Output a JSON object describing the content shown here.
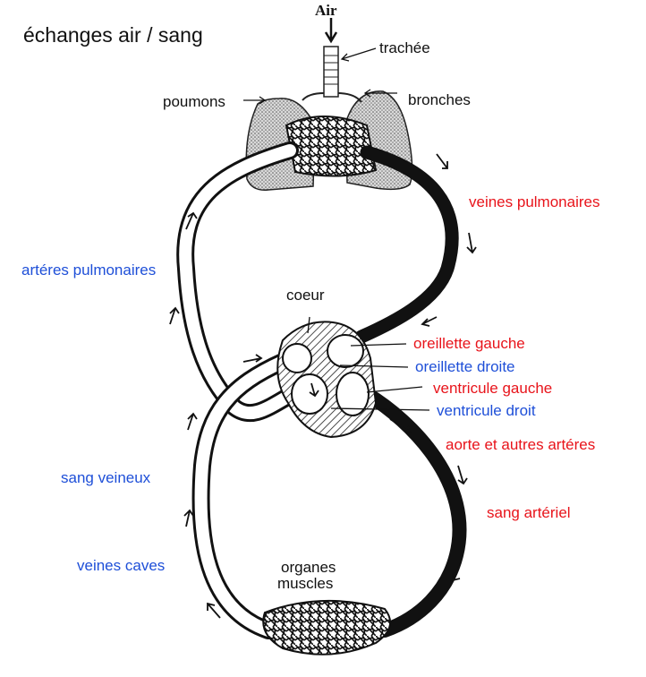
{
  "title": "échanges air / sang",
  "labels": {
    "air": "Air",
    "trachee": "trachée",
    "poumons": "poumons",
    "bronches": "bronches",
    "veines_pulmonaires": "veines pulmonaires",
    "arteres_pulmonaires": "artéres pulmonaires",
    "coeur": "coeur",
    "oreillette_gauche": "oreillette gauche",
    "oreillette_droite": "oreillette droite",
    "ventricule_gauche": "ventricule gauche",
    "ventricule_droit": "ventricule droit",
    "aorte": "aorte et autres artéres",
    "sang_veineux": "sang veineux",
    "sang_arteriel": "sang artériel",
    "veines_caves": "veines caves",
    "organes": "organes",
    "muscles": "muscles"
  },
  "colors": {
    "arterial_label": "#e8141b",
    "venous_label": "#1e4fd8",
    "vessel_stroke": "#111111",
    "lung_fill": "#cfcfcf"
  }
}
